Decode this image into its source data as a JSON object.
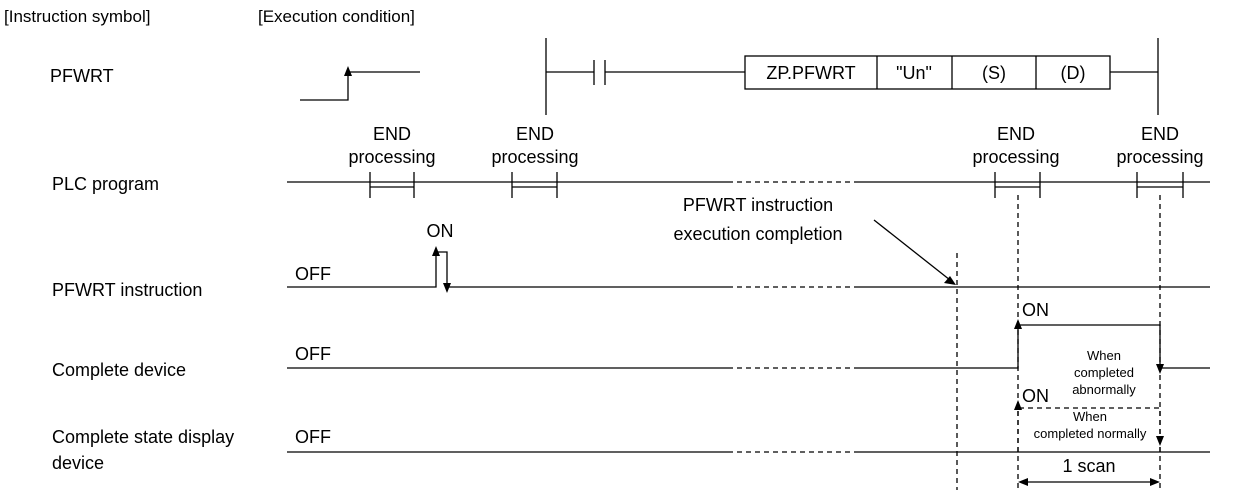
{
  "headers": {
    "instruction_symbol": "[Instruction symbol]",
    "execution_condition": "[Execution condition]"
  },
  "instruction": {
    "name": "PFWRT",
    "ladder_cells": [
      "ZP.PFWRT",
      "\"Un\"",
      "(S)",
      "(D)"
    ]
  },
  "rows": {
    "plc_program": "PLC program",
    "pfwrt_instruction": "PFWRT instruction",
    "complete_device": "Complete device",
    "complete_state_line1": "Complete state display",
    "complete_state_line2": "device"
  },
  "end_processing": {
    "line1": "END",
    "line2": "processing"
  },
  "states": {
    "on": "ON",
    "off": "OFF"
  },
  "annotations": {
    "execution_completion_line1": "PFWRT instruction",
    "execution_completion_line2": "execution completion",
    "abnormal_line1": "When",
    "abnormal_line2": "completed",
    "abnormal_line3": "abnormally",
    "normal_line1": "When",
    "normal_line2": "completed normally",
    "scan": "1 scan"
  }
}
